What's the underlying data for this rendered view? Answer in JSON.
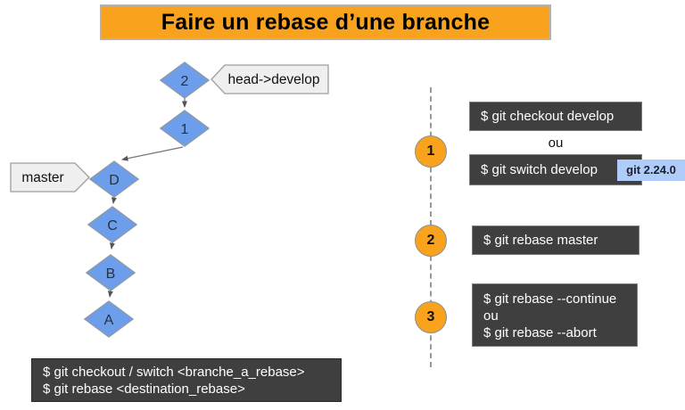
{
  "title": "Faire un rebase d’une branche",
  "colors": {
    "accent_orange": "#F9A21D",
    "diamond_blue": "#6D9EEB",
    "command_box_bg": "#3F3F3F",
    "badge_blue": "#AECBFA",
    "label_gray": "#EFEFEF"
  },
  "graph": {
    "branch_labels": {
      "head": "head->develop",
      "master": "master"
    },
    "commits": [
      {
        "id": "2"
      },
      {
        "id": "1"
      },
      {
        "id": "D"
      },
      {
        "id": "C"
      },
      {
        "id": "B"
      },
      {
        "id": "A"
      }
    ]
  },
  "steps": [
    {
      "number": "1",
      "command_a": "$ git checkout develop",
      "separator": "ou",
      "command_b": "$ git switch develop",
      "badge": "git 2.24.0"
    },
    {
      "number": "2",
      "command": "$ git rebase master"
    },
    {
      "number": "3",
      "lines": [
        "$ git rebase --continue",
        "ou",
        "$ git rebase --abort"
      ]
    }
  ],
  "footer": {
    "lines": [
      "$ git checkout / switch <branche_a_rebase>",
      "$ git rebase <destination_rebase>"
    ]
  }
}
